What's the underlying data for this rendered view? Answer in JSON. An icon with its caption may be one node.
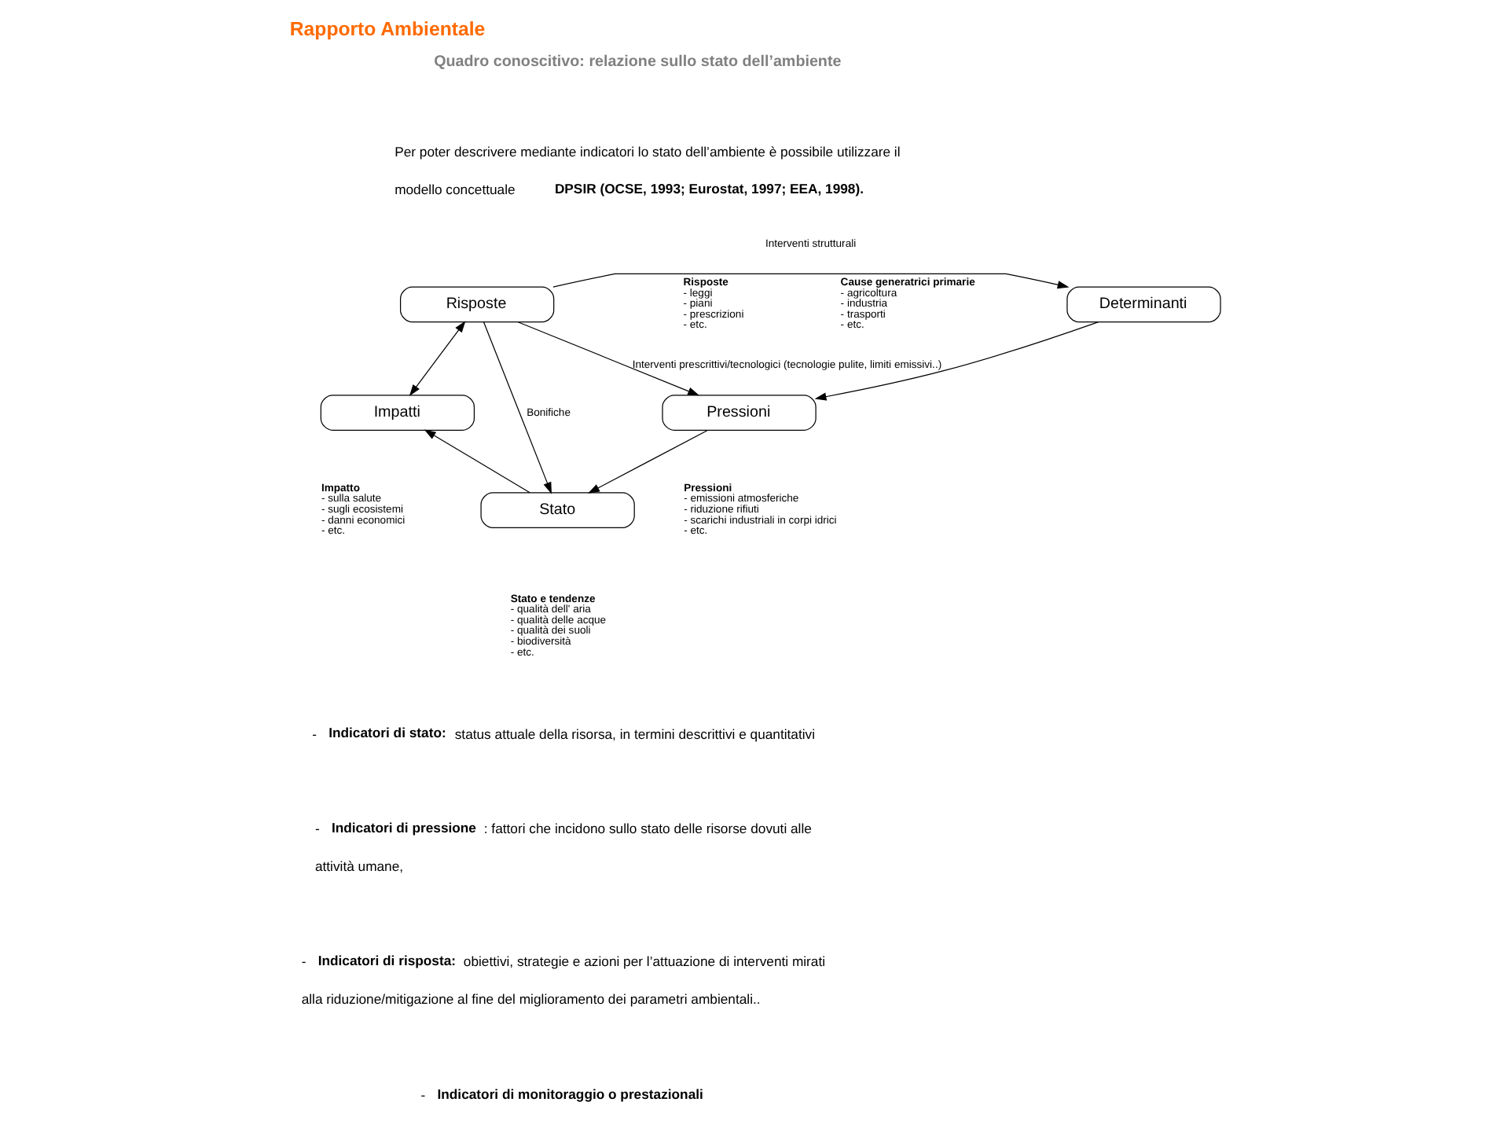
{
  "diagram": {
    "title": "Rapporto Ambientale",
    "nodes": [
      {
        "text": [
          "Determinanti"
        ],
        "beside": [
          "Cause generatrici primarie",
          "- agricoltura",
          "- industria",
          "- trasporti",
          "- etc."
        ]
      },
      {
        "text": [
          "Risposte"
        ],
        "beside": [
          "Risposte",
          "- leggi",
          "- piani",
          "- prescrizioni",
          "- etc."
        ]
      },
      {
        "text": [
          "Impatti"
        ],
        "beside": [
          "Impatto",
          "- sulla salute",
          "- sugli ecosistemi",
          "- danni economici",
          "- etc."
        ]
      },
      {
        "text": [
          "Pressioni"
        ],
        "beside": [
          "Pressioni",
          "- emissioni atmosferiche",
          "- riduzione rifiuti",
          "- scarichi industriali in corpi idrici",
          "- etc."
        ]
      },
      {
        "text": [
          "Stato"
        ],
        "beside": [
          "Stato e tendenze",
          "- qualità dell' aria",
          "- qualità delle acque",
          "- qualità dei suoli",
          "- biodiversità",
          "- etc."
        ]
      }
    ],
    "edges": [
      {
        "from": 1,
        "to": 0,
        "arrow": "to",
        "label": "Interventi strutturali"
      },
      {
        "from": 0,
        "to": 3,
        "arrow": "to"
      },
      {
        "from": 1,
        "to": 3,
        "arrow": "to",
        "label": "Interventi prescrittivi/tecnologici (tecnologie pulite, limiti emissivi..)"
      },
      {
        "from": 1,
        "to": 4,
        "arrow": "to",
        "label": "Bonifiche"
      },
      {
        "from": 1,
        "to": 2,
        "arrow": "both"
      },
      {
        "from": 3,
        "to": 4,
        "arrow": "to"
      },
      {
        "from": 4,
        "to": 2,
        "arrow": "to"
      }
    ],
    "labels": [
      "Quadro conoscitivo: relazione sullo stato dell’ambiente",
      "Per poter descrivere mediante indicatori lo stato dell’ambiente è possibile utilizzare il modello concettuale **DPSIR (OCSE, 1993; Eurostat, 1997; EEA, 1998).**",
      "- **Indicatori di stato:** status attuale della risorsa, in termini descrittivi e quantitativi",
      "- **Indicatori di pressione**: fattori che incidono sullo stato delle risorse dovuti alle attività umane,",
      "- **Indicatori di risposta:** obiettivi, strategie e azioni per l’attuazione di interventi mirati alla riduzione/mitigazione al fine del miglioramento dei parametri ambientali..",
      "- **Indicatori di monitoraggio o prestazionali**"
    ]
  }
}
